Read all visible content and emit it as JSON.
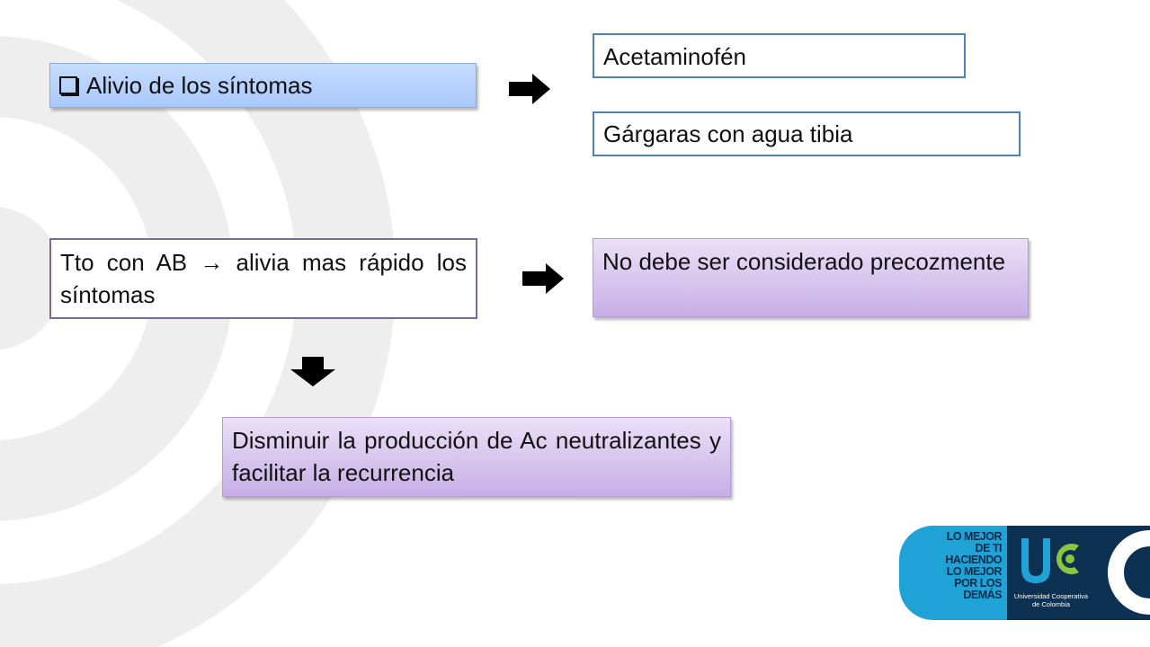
{
  "nodes": {
    "alivio": {
      "text": "Alivio de los síntomas"
    },
    "acetaminofen": {
      "text": "Acetaminofén"
    },
    "gargaras": {
      "text": "Gárgaras con agua tibia"
    },
    "tto_ab": {
      "text_before": "Tto con AB ",
      "arrow_glyph": "→",
      "text_after": " alivia mas rápido los síntomas"
    },
    "no_debe": {
      "text": "No debe ser considerado precozmente"
    },
    "disminuir": {
      "text": "Disminuir la producción de Ac neutralizantes y facilitar la recurrencia"
    }
  },
  "logo": {
    "slogan_lines": [
      "LO MEJOR",
      "DE TI",
      "HACIENDO",
      "LO MEJOR",
      "POR LOS",
      "DEMÁS"
    ],
    "mark": "UC",
    "university_name": "Universidad Cooperativa de Colombia"
  },
  "colors": {
    "box_blue": "#a9c8fb",
    "box_purple": "#c7afe6",
    "box_border_blue": "#4f81bd",
    "box_border_purple": "#7e6a99",
    "logo_cyan": "#1fa3d7",
    "logo_navy": "#0d3152"
  }
}
